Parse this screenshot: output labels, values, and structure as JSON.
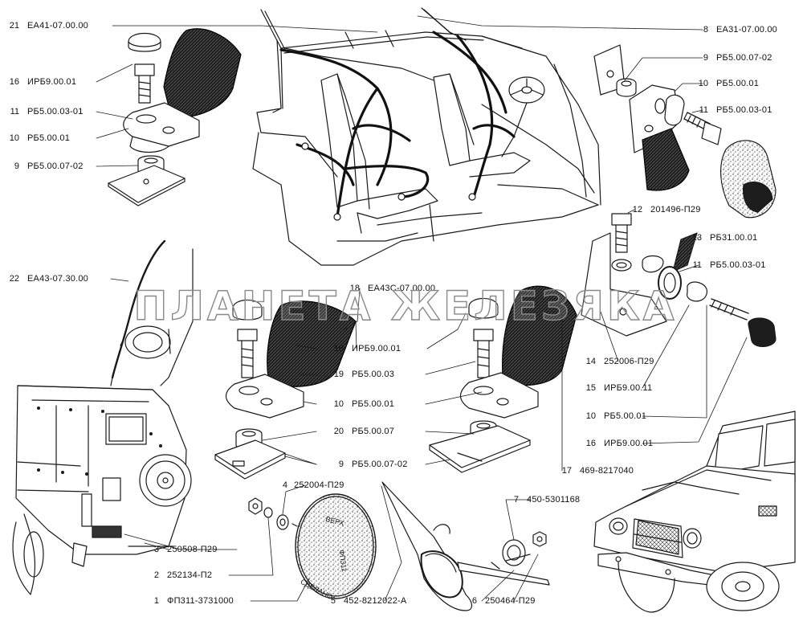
{
  "labels": [
    {
      "num": "21",
      "code": "ЕА41-07.00.00"
    },
    {
      "num": "16",
      "code": "ИРБ9.00.01"
    },
    {
      "num": "11",
      "code": "РБ5.00.03-01"
    },
    {
      "num": "10",
      "code": "РБ5.00.01"
    },
    {
      "num": "9",
      "code": "РБ5.00.07-02"
    },
    {
      "num": "22",
      "code": "ЕА43-07.30.00"
    },
    {
      "num": "18",
      "code": "ЕА43С-07.00.00"
    },
    {
      "num": "16",
      "code": "ИРБ9.00.01"
    },
    {
      "num": "19",
      "code": "РБ5.00.03"
    },
    {
      "num": "10",
      "code": "РБ5.00.01"
    },
    {
      "num": "20",
      "code": "РБ5.00.07"
    },
    {
      "num": "9",
      "code": "РБ5.00.07-02"
    },
    {
      "num": "8",
      "code": "ЕА31-07.00.00"
    },
    {
      "num": "9",
      "code": "РБ5.00.07-02"
    },
    {
      "num": "10",
      "code": "РБ5.00.01"
    },
    {
      "num": "11",
      "code": "РБ5.00.03-01"
    },
    {
      "num": "12",
      "code": "201496-П29"
    },
    {
      "num": "13",
      "code": "РБ31.00.01"
    },
    {
      "num": "11",
      "code": "РБ5.00.03-01"
    },
    {
      "num": "14",
      "code": "252006-П29"
    },
    {
      "num": "15",
      "code": "ИРБ9.00.11"
    },
    {
      "num": "10",
      "code": "РБ5.00.01"
    },
    {
      "num": "16",
      "code": "ИРБ9.00.01"
    },
    {
      "num": "17",
      "code": "469-8217040"
    },
    {
      "num": "4",
      "code": "252004-П29"
    },
    {
      "num": "7",
      "code": "450-5301168"
    },
    {
      "num": "3",
      "code": "250508-П29"
    },
    {
      "num": "2",
      "code": "252134-П2"
    },
    {
      "num": "1",
      "code": "ФП311-3731000"
    },
    {
      "num": "5",
      "code": "452-8212022-А"
    },
    {
      "num": "6",
      "code": "250464-П29"
    }
  ],
  "lens_text": {
    "top": "ВЕРХ",
    "middle": "ФП311",
    "bottom": "СДЕЛАНО"
  },
  "watermark": "ПЛАНЕТА ЖЕЛЕЗЯКА",
  "colors": {
    "line": "#1a1a1a",
    "belt": "#222222",
    "watermark_stroke": "#8a8a8a"
  }
}
